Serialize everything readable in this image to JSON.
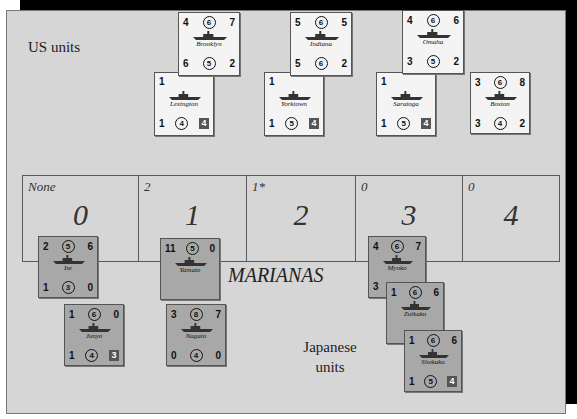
{
  "diagram": {
    "nodes": [
      {
        "text": [
          "4",
          "6",
          "7",
          "Brooklyn",
          "6",
          "5",
          "2"
        ]
      },
      {
        "text": [
          "1",
          "Lexington",
          "1",
          "4",
          "4"
        ]
      },
      {
        "text": [
          "5",
          "6",
          "5",
          "Indiana",
          "5",
          "6",
          "2"
        ]
      },
      {
        "text": [
          "1",
          "Yorktown",
          "1",
          "5",
          "4"
        ]
      },
      {
        "text": [
          "4",
          "6",
          "6",
          "Omaha",
          "3",
          "5",
          "2"
        ]
      },
      {
        "text": [
          "1",
          "Saratoga",
          "1",
          "5",
          "4"
        ]
      },
      {
        "text": [
          "3",
          "6",
          "8",
          "Boston",
          "3",
          "4",
          "2"
        ]
      },
      {
        "text": [
          "None",
          "0"
        ]
      },
      {
        "text": [
          "2",
          "1"
        ]
      },
      {
        "text": [
          "1*",
          "2"
        ]
      },
      {
        "text": [
          "0",
          "3"
        ]
      },
      {
        "text": [
          "0",
          "4"
        ]
      },
      {
        "text": [
          "2",
          "5",
          "6",
          "Ise",
          "1",
          "3",
          "0"
        ]
      },
      {
        "text": [
          "1",
          "6",
          "0",
          "Junyo",
          "1",
          "4",
          "3"
        ]
      },
      {
        "text": [
          "11",
          "5",
          "0",
          "Yamato"
        ]
      },
      {
        "text": [
          "3",
          "8",
          "7",
          "Nagato",
          "0",
          "4",
          "0"
        ]
      },
      {
        "text": [
          "4",
          "6",
          "7",
          "Myoko",
          "3"
        ]
      },
      {
        "text": [
          "1",
          "6",
          "6",
          "Zuikaku"
        ]
      },
      {
        "text": [
          "1",
          "6",
          "6",
          "Shokaku",
          "1",
          "5",
          "4"
        ]
      }
    ],
    "labels": [
      "US units",
      "MARIANAS",
      "Japanese units"
    ]
  }
}
